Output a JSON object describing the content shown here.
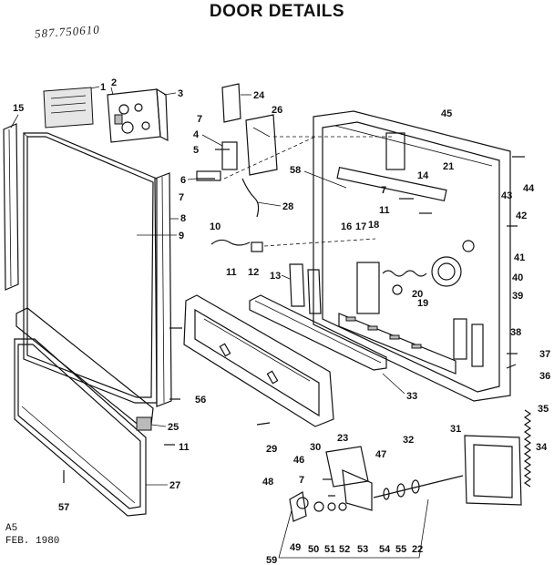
{
  "title": "DOOR DETAILS",
  "model_number": "587.750610",
  "footer": {
    "line1": "A5",
    "line2": "FEB. 1980"
  },
  "callouts": [
    "1",
    "2",
    "3",
    "4",
    "5",
    "6",
    "7",
    "8",
    "9",
    "10",
    "11",
    "12",
    "13",
    "14",
    "15",
    "16",
    "17",
    "18",
    "19",
    "20",
    "21",
    "22",
    "23",
    "24",
    "25",
    "26",
    "27",
    "28",
    "29",
    "30",
    "31",
    "32",
    "33",
    "34",
    "35",
    "36",
    "37",
    "38",
    "39",
    "40",
    "41",
    "42",
    "43",
    "44",
    "45",
    "46",
    "47",
    "48",
    "49",
    "50",
    "51",
    "52",
    "53",
    "54",
    "55",
    "56",
    "57",
    "58",
    "59"
  ]
}
